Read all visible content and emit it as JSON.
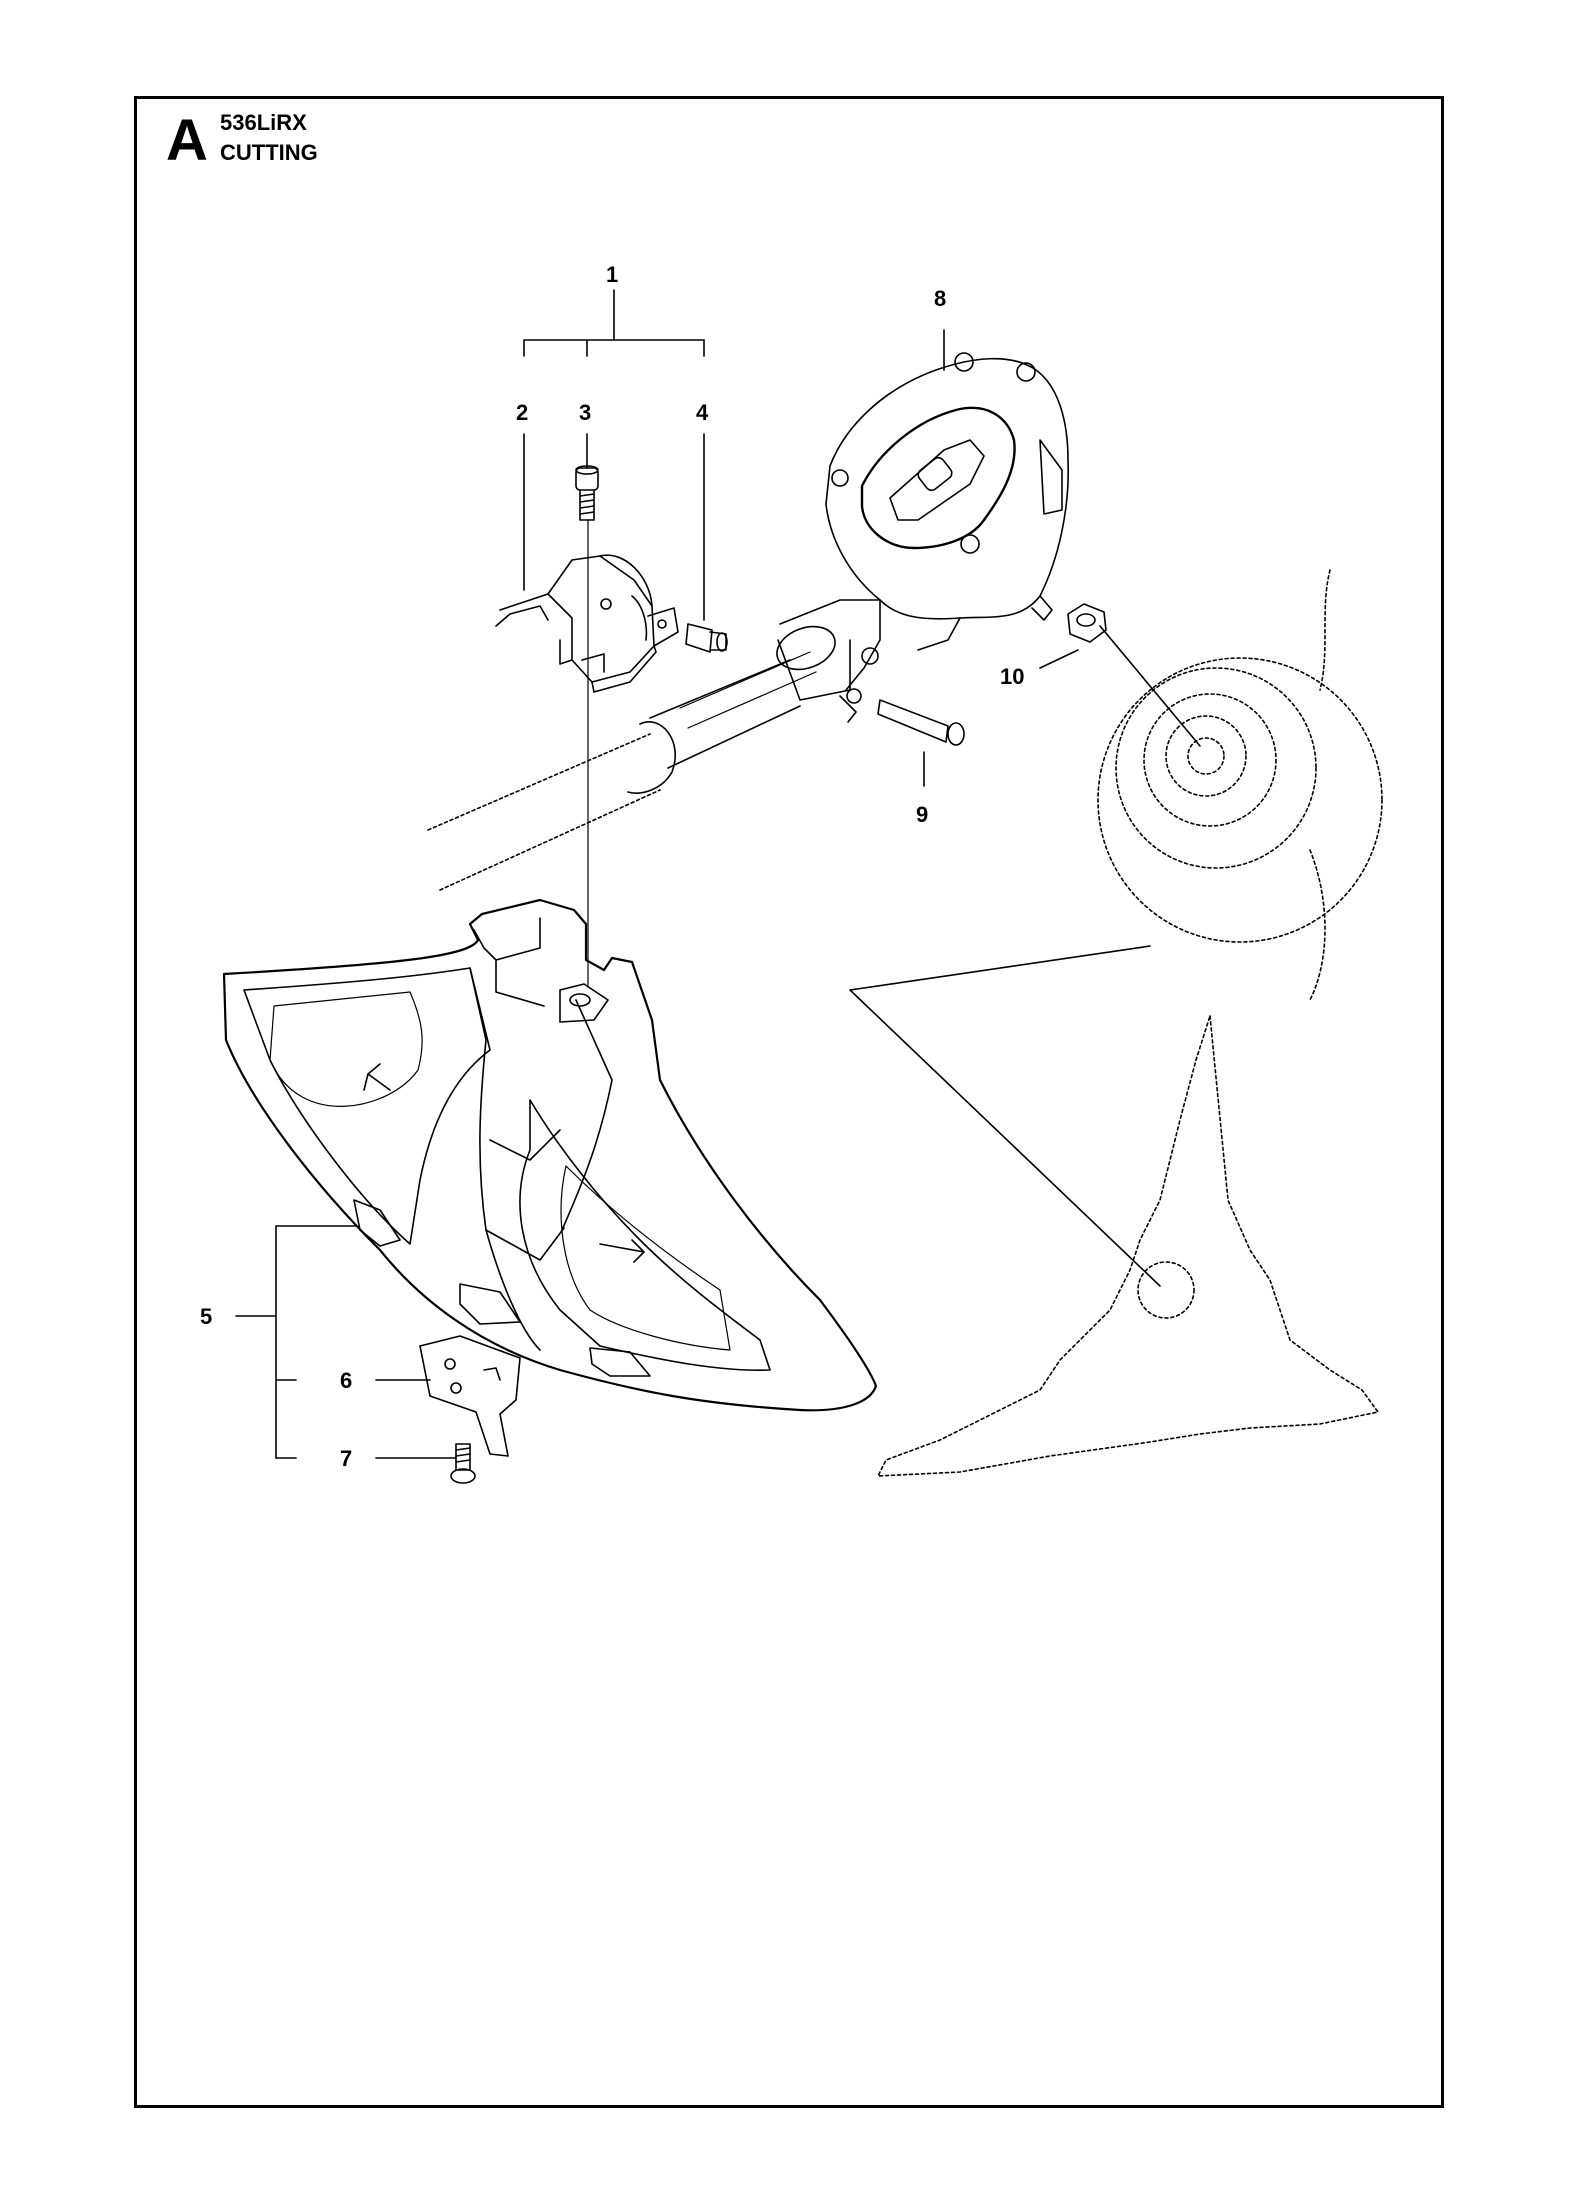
{
  "header": {
    "section_letter": "A",
    "model": "536LiRX",
    "section_name": "CUTTING"
  },
  "callouts": {
    "c1": "1",
    "c2": "2",
    "c3": "3",
    "c4": "4",
    "c5": "5",
    "c6": "6",
    "c7": "7",
    "c8": "8",
    "c9": "9",
    "c10": "10"
  }
}
